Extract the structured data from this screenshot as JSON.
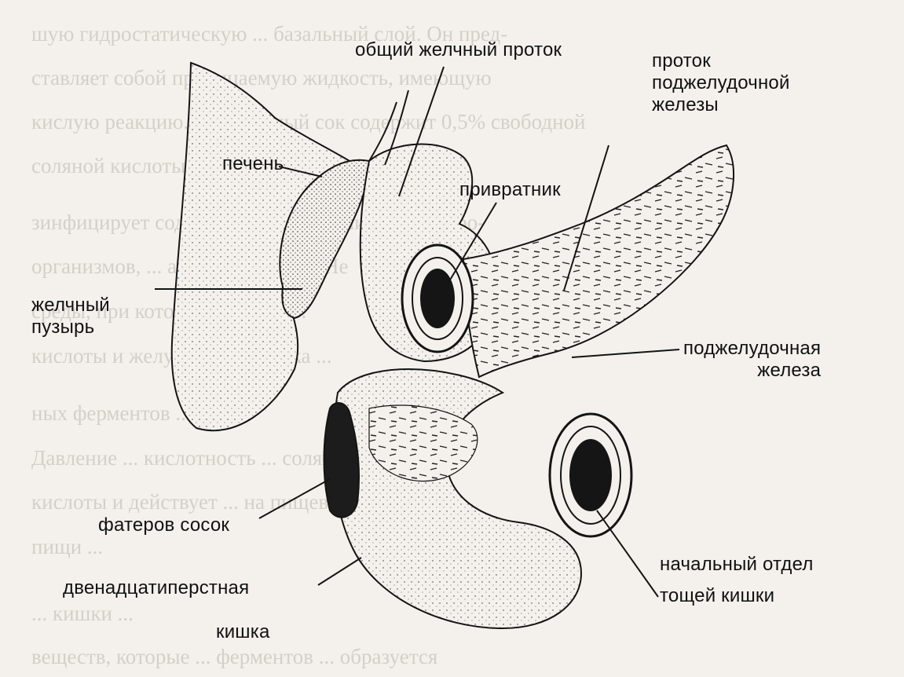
{
  "labels": {
    "common_bile_duct": "общий желчный проток",
    "pancreatic_duct": [
      "проток",
      "поджелудочной",
      "железы"
    ],
    "liver": "печень",
    "pylorus": "привратник",
    "gallbladder": [
      "желчный",
      "пузырь"
    ],
    "pancreas": [
      "поджелудочная",
      "железа"
    ],
    "vater_papilla": "фатеров сосок",
    "duodenum": [
      "двенадцатиперстная",
      "кишка"
    ],
    "jejunum_start": [
      "начальный отдел",
      "тощей кишки"
    ]
  },
  "background_text_lines": [
    "шую гидростатическую ... базальный слой. Он пред-",
    "ставляет собой проницаемую жидкость, имеющую",
    "кислую реакцию. Желудочный сок содержит 0,5% свободной",
    "соляной кислоты (HCl). Она ... ферменты и де-",
    "зинфицирует содержимое, ... большинство микро-",
    "организмов, ... а также ... ткани. Не",
    "среды, при которой ... желез ...",
    "кислоты и желудочного ... сока ...",
    "ных ферментов ...",
    "Давление ... кислотность ... соляной",
    "кислоты и действует ... на пищевые массы",
    "пищи ... ",
    "... кишки ...",
    "веществ, которые ... ферментов ... образуется"
  ],
  "colors": {
    "ink": "#141414",
    "paper": "#f4f1ec",
    "ghost_text": "#b9b4ad"
  }
}
